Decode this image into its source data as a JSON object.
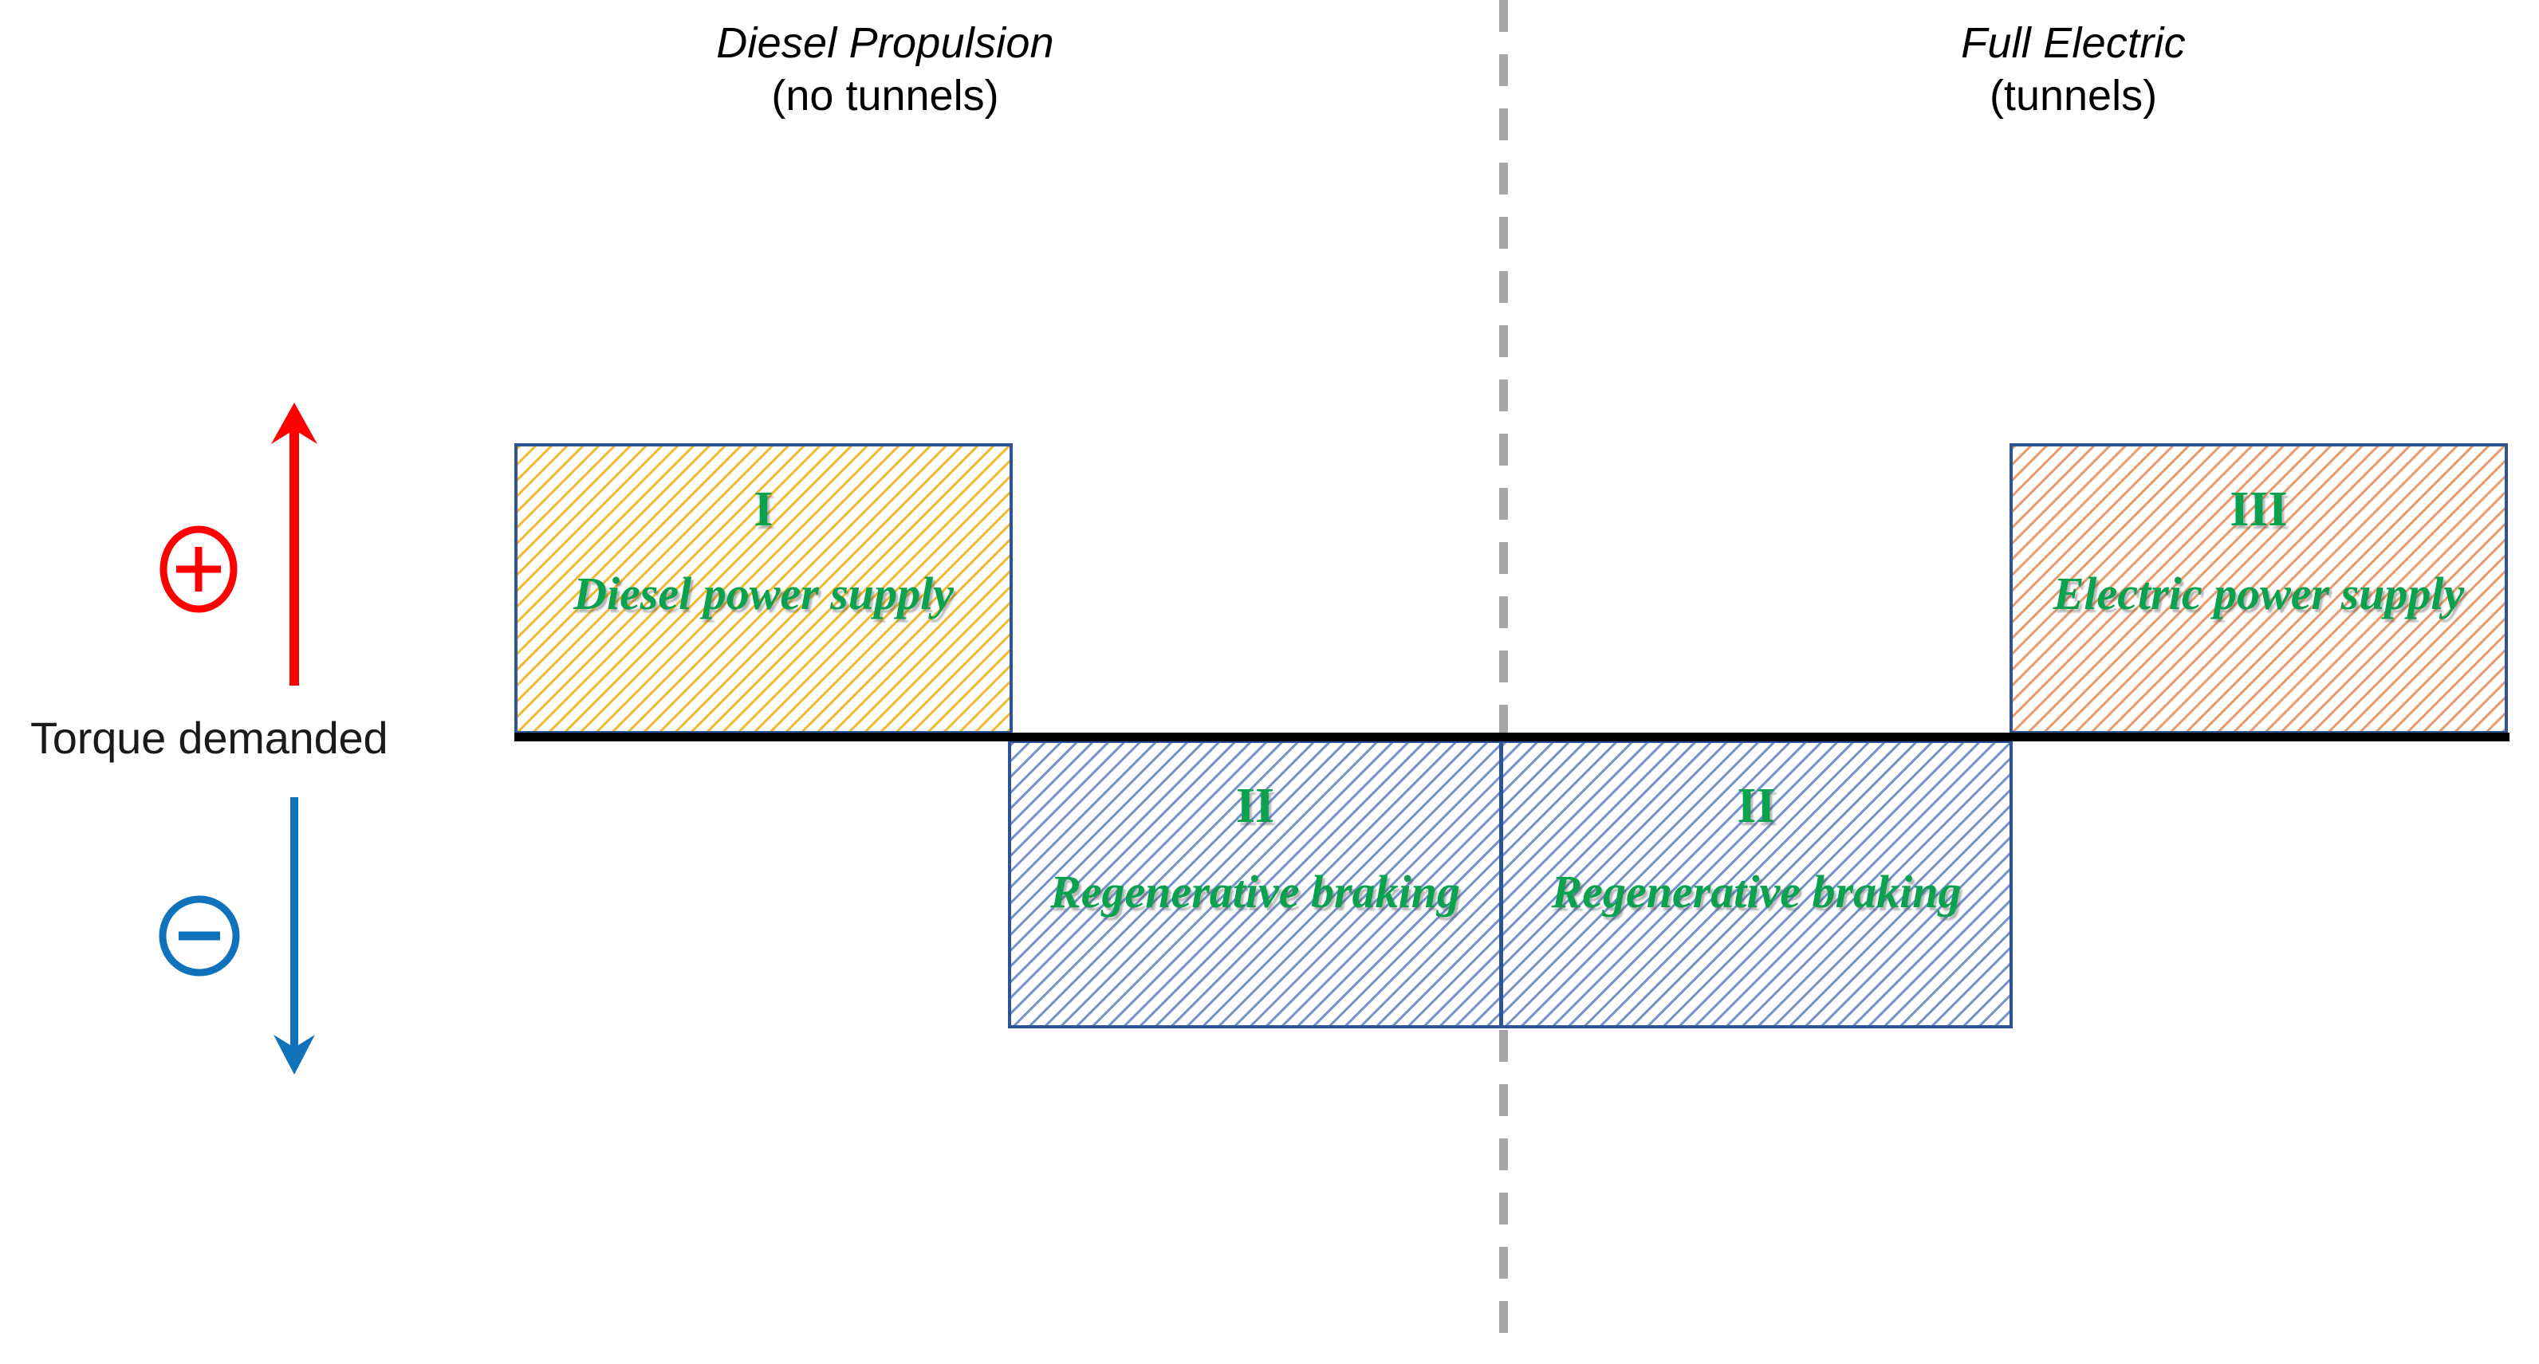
{
  "headings": {
    "left": {
      "mode": "Diesel Propulsion",
      "sub": "(no tunnels)"
    },
    "right": {
      "mode": "Full Electric",
      "sub": "(tunnels)"
    }
  },
  "axis": {
    "label": "Torque demanded",
    "positive_symbol": "plus-in-circle",
    "negative_symbol": "minus-in-circle",
    "positive_arrow": "up-arrow",
    "negative_arrow": "down-arrow"
  },
  "quadrants": [
    {
      "numeral": "I",
      "caption": "Diesel power supply",
      "fill": "#FFC000",
      "id": "quadrant-1"
    },
    {
      "numeral": "II",
      "caption": "Regenerative braking",
      "fill": "#4472C4",
      "id": "quadrant-2-left"
    },
    {
      "numeral": "II",
      "caption": "Regenerative braking",
      "fill": "#4472C4",
      "id": "quadrant-2-right"
    },
    {
      "numeral": "III",
      "caption": "Electric power supply",
      "fill": "#ED7D31",
      "id": "quadrant-3"
    }
  ],
  "colors": {
    "positive": "#FF0000",
    "negative": "#1072BA",
    "box_border": "#2E5496",
    "caption_text": "#0AA14F",
    "axis": "#000000",
    "divider": "#A6A6A6",
    "yellow_hatch": "#F2B830",
    "blue_hatch": "#7391CB",
    "orange_hatch": "#E89A6A"
  }
}
